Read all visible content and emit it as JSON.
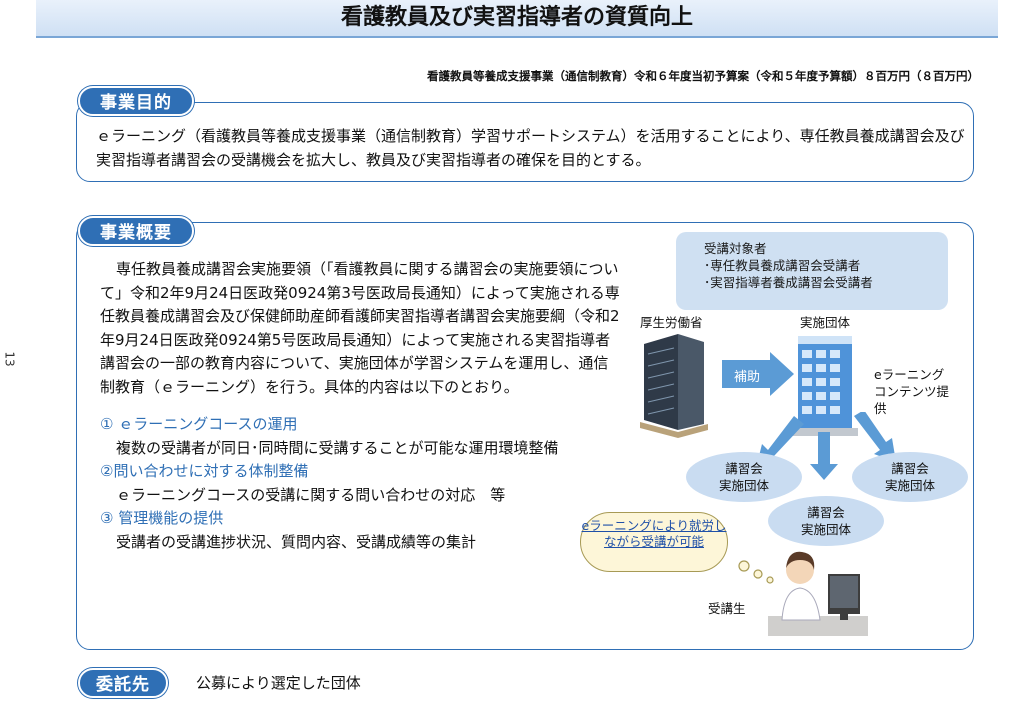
{
  "title": "看護教員及び実習指導者の資質向上",
  "page_number": "13",
  "budget_line": "看護教員等養成支援事業（通信制教育）令和６年度当初予算案（令和５年度予算額）８百万円（８百万円）",
  "purpose": {
    "tab": "事業目的",
    "text": "ｅラーニング（看護教員等養成支援事業（通信制教育）学習サポートシステム）を活用することにより、専任教員養成講習会及び実習指導者講習会の受講機会を拡大し、教員及び実習指導者の確保を目的とする。"
  },
  "overview": {
    "tab": "事業概要",
    "intro": "専任教員養成講習会実施要領（「看護教員に関する講習会の実施要領について」令和2年9月24日医政発0924第3号医政局長通知）によって実施される専任教員養成講習会及び保健師助産師看護師実習指導者講習会実施要綱（令和2年9月24日医政発0924第5号医政局長通知）によって実施される実習指導者講習会の一部の教育内容について、実施団体が学習システムを運用し、通信制教育（ｅラーニング）を行う。具体的内容は以下のとおり。",
    "items": [
      {
        "heading": "①  ｅラーニングコースの運用",
        "body": "複数の受講者が同日･同時間に受講することが可能な運用環境整備"
      },
      {
        "heading": "②問い合わせに対する体制整備",
        "body": "ｅラーニングコースの受講に関する問い合わせの対応　等"
      },
      {
        "heading": "③ 管理機能の提供",
        "body": "受講者の受講進捗状況、質問内容、受講成績等の集計"
      }
    ]
  },
  "diagram": {
    "target_title": "受講対象者",
    "target_items": [
      "･専任教員養成講習会受講者",
      "･実習指導者養成講習会受講者"
    ],
    "ministry": "厚生労働省",
    "org": "実施団体",
    "subsidy": "補助",
    "content_provision": "eラーニングコンテンツ提供",
    "venues": [
      "講習会\n実施団体",
      "講習会\n実施団体",
      "講習会\n実施団体"
    ],
    "cloud": "eラーニングにより就労しながら受講が可能",
    "student": "受講生"
  },
  "entrusted": {
    "tab": "委託先",
    "text": "公募により選定した団体"
  },
  "colors": {
    "accent": "#2f6fb5",
    "light_blue": "#c9dcf1",
    "cloud_bg": "#fdf6d8"
  }
}
